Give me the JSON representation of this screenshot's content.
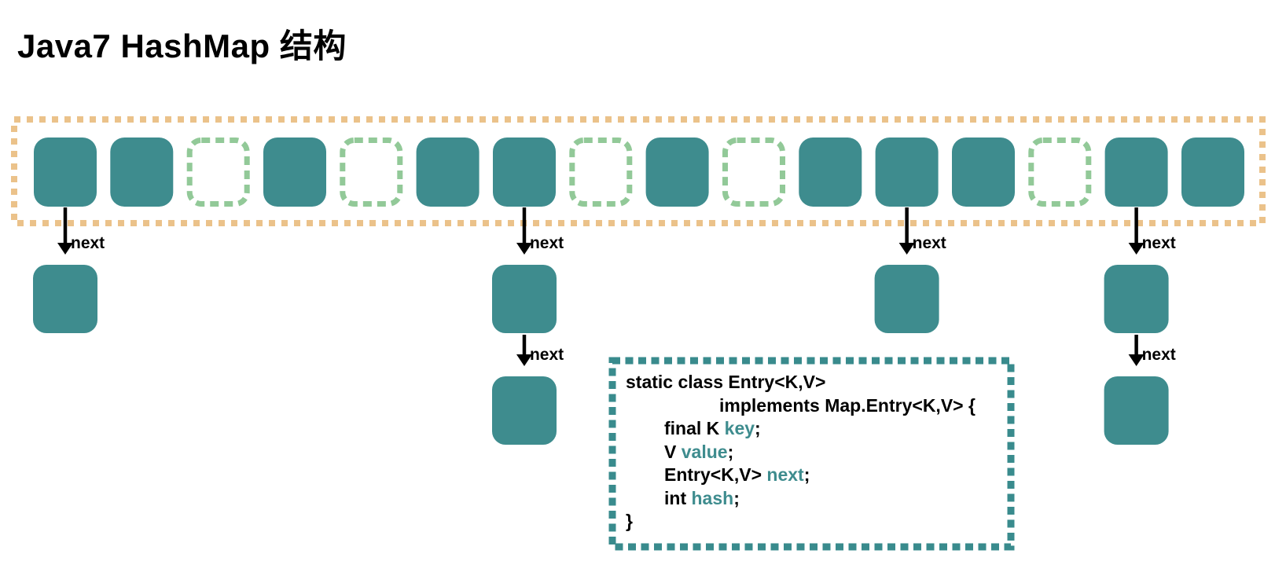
{
  "title": "Java7 HashMap 结构",
  "colors": {
    "background": "#FFFFFF",
    "bucket_fill": "#3E8C8E",
    "empty_bucket_dash": "#92C998",
    "array_border_dash": "#EBC28A",
    "code_border_dash": "#398B8D",
    "keyword_teal": "#3E8C8E",
    "arrow_black": "#000000",
    "text_black": "#000000"
  },
  "array": {
    "buckets": [
      {
        "index": 0,
        "state": "filled"
      },
      {
        "index": 1,
        "state": "filled"
      },
      {
        "index": 2,
        "state": "empty"
      },
      {
        "index": 3,
        "state": "filled"
      },
      {
        "index": 4,
        "state": "empty"
      },
      {
        "index": 5,
        "state": "filled"
      },
      {
        "index": 6,
        "state": "filled"
      },
      {
        "index": 7,
        "state": "empty"
      },
      {
        "index": 8,
        "state": "filled"
      },
      {
        "index": 9,
        "state": "empty"
      },
      {
        "index": 10,
        "state": "filled"
      },
      {
        "index": 11,
        "state": "filled"
      },
      {
        "index": 12,
        "state": "filled"
      },
      {
        "index": 13,
        "state": "empty"
      },
      {
        "index": 14,
        "state": "filled"
      },
      {
        "index": 15,
        "state": "filled"
      }
    ]
  },
  "chains": [
    {
      "bucket_index": 0,
      "nodes": 1,
      "arrow_label": "next"
    },
    {
      "bucket_index": 6,
      "nodes": 2,
      "arrow_label": "next"
    },
    {
      "bucket_index": 11,
      "nodes": 1,
      "arrow_label": "next"
    },
    {
      "bucket_index": 14,
      "nodes": 2,
      "arrow_label": "next"
    }
  ],
  "code_box": {
    "lines": [
      {
        "indent": 0,
        "segments": [
          {
            "text": "static class Entry<K,V>",
            "color": "black"
          }
        ]
      },
      {
        "indent": 2,
        "segments": [
          {
            "text": "implements Map.Entry<K,V> {",
            "color": "black"
          }
        ]
      },
      {
        "indent": 1,
        "segments": [
          {
            "text": "final K ",
            "color": "black"
          },
          {
            "text": "key",
            "color": "teal"
          },
          {
            "text": ";",
            "color": "black"
          }
        ]
      },
      {
        "indent": 1,
        "segments": [
          {
            "text": "V ",
            "color": "black"
          },
          {
            "text": "value",
            "color": "teal"
          },
          {
            "text": ";",
            "color": "black"
          }
        ]
      },
      {
        "indent": 1,
        "segments": [
          {
            "text": "Entry<K,V> ",
            "color": "black"
          },
          {
            "text": "next",
            "color": "teal"
          },
          {
            "text": ";",
            "color": "black"
          }
        ]
      },
      {
        "indent": 1,
        "segments": [
          {
            "text": "int ",
            "color": "black"
          },
          {
            "text": "hash",
            "color": "teal"
          },
          {
            "text": ";",
            "color": "black"
          }
        ]
      },
      {
        "indent": 0,
        "segments": [
          {
            "text": "}",
            "color": "black"
          }
        ]
      }
    ]
  }
}
